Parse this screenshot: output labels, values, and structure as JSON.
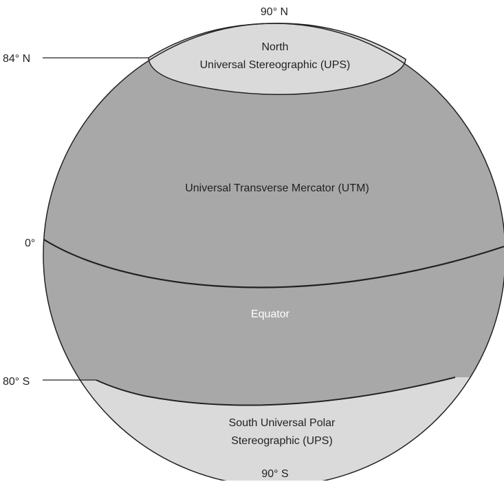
{
  "diagram": {
    "latitude_labels": {
      "north_pole": "90° N",
      "north_limit": "84° N",
      "zero": "0°",
      "south_limit": "80° S",
      "south_pole": "90° S"
    },
    "zones": {
      "north_ups_line1": "North",
      "north_ups_line2": "Universal Stereographic (UPS)",
      "utm": "Universal Transverse Mercator (UTM)",
      "equator": "Equator",
      "south_ups_line1": "South Universal Polar",
      "south_ups_line2": "Stereographic (UPS)"
    },
    "colors": {
      "utm_fill": "#a8a8a8",
      "ups_fill": "#dadada",
      "outline": "#231f20",
      "equator_text": "#ffffff"
    }
  }
}
